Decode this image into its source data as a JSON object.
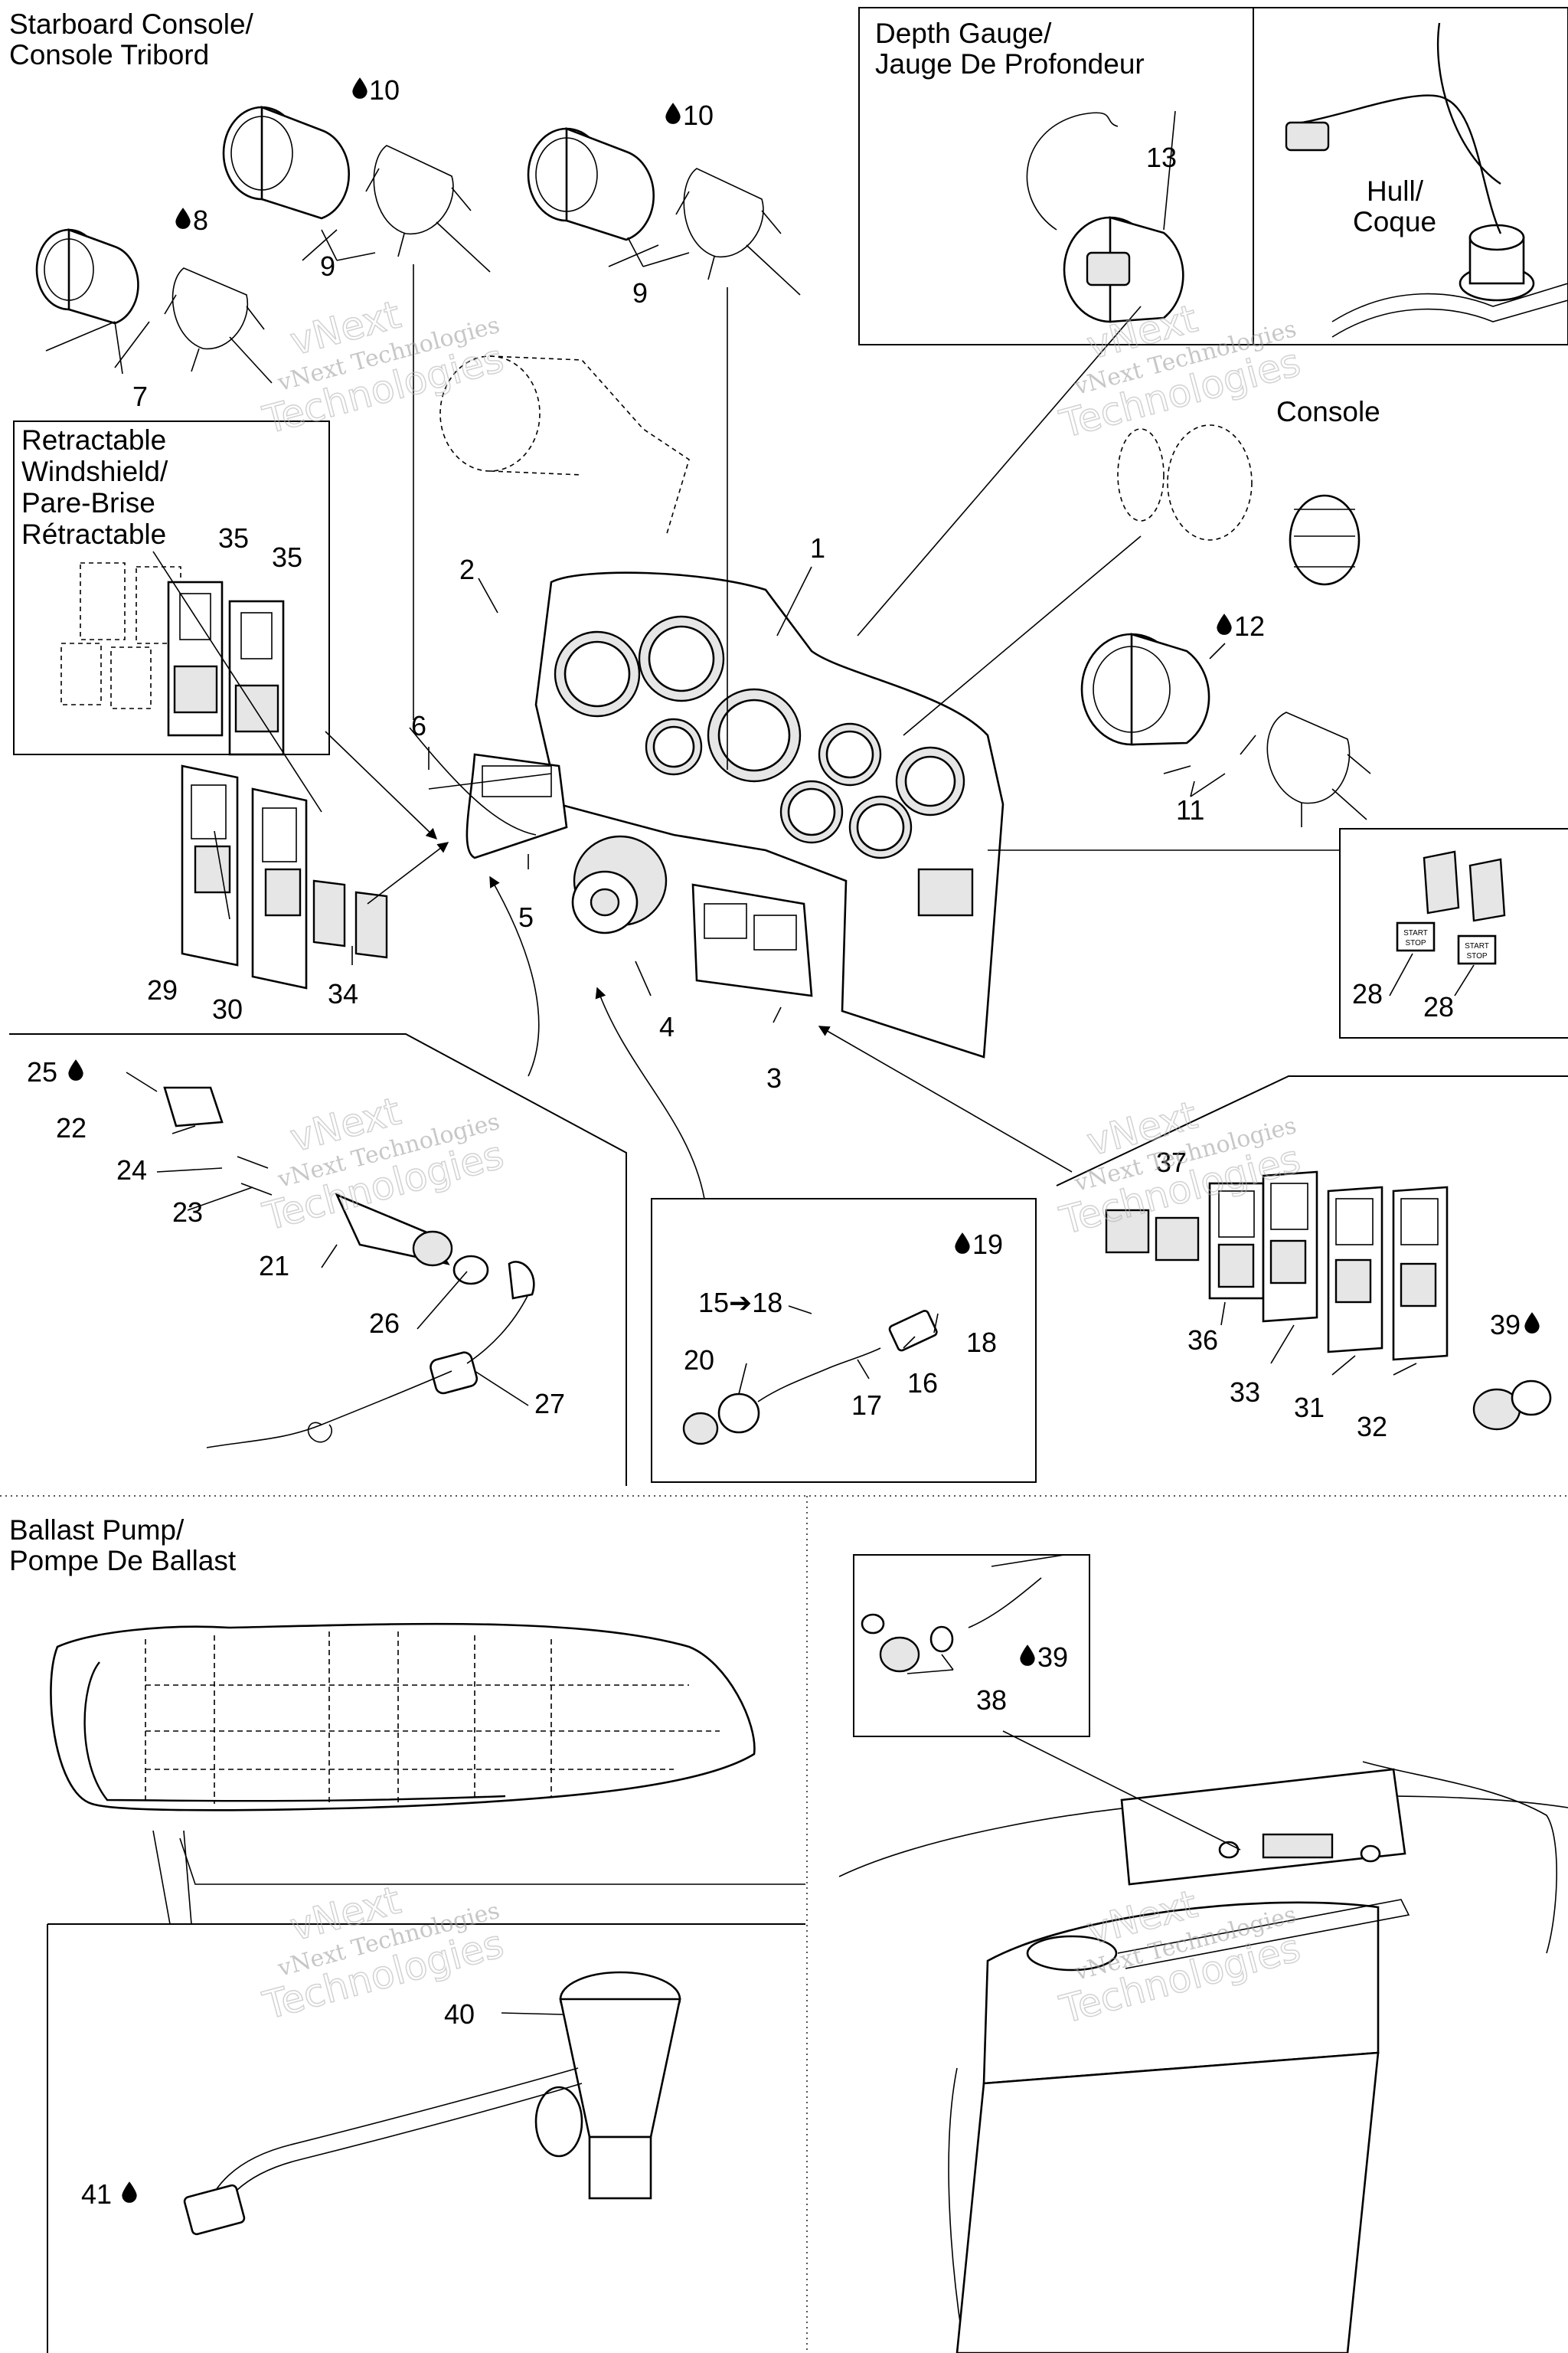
{
  "sections": {
    "starboard": "Starboard Console/",
    "starboard_fr": "Console Tribord",
    "depth": "Depth Gauge/",
    "depth_fr": "Jauge De Profondeur",
    "hull": "Hull/",
    "hull_fr": "Coque",
    "console": "Console",
    "windshield_1": "Retractable",
    "windshield_2": "Windshield/",
    "windshield_3": "Pare-Brise",
    "windshield_4": "Rétractable",
    "ballast": "Ballast Pump/",
    "ballast_fr": "Pompe De Ballast"
  },
  "callouts": {
    "p1": "1",
    "p2": "2",
    "p3": "3",
    "p4": "4",
    "p5": "5",
    "p6": "6",
    "p7": "7",
    "p8": "8",
    "p9a": "9",
    "p9b": "9",
    "p10a": "10",
    "p10b": "10",
    "p11": "11",
    "p12": "12",
    "p13": "13",
    "p15_18": "15➔18",
    "p16": "16",
    "p17": "17",
    "p18": "18",
    "p19": "19",
    "p20": "20",
    "p21": "21",
    "p22": "22",
    "p23": "23",
    "p24": "24",
    "p25": "25",
    "p26": "26",
    "p27": "27",
    "p28a": "28",
    "p28b": "28",
    "p29": "29",
    "p30": "30",
    "p31": "31",
    "p32": "32",
    "p33": "33",
    "p34": "34",
    "p35a": "35",
    "p35b": "35",
    "p36": "36",
    "p37": "37",
    "p38": "38",
    "p39a": "39",
    "p39b": "39",
    "p40": "40",
    "p41": "41"
  },
  "switch_text": {
    "start": "START",
    "stop": "STOP"
  },
  "watermark": {
    "line1": "vNext Technologies",
    "line2": "Technologies",
    "line3": "vNext"
  }
}
